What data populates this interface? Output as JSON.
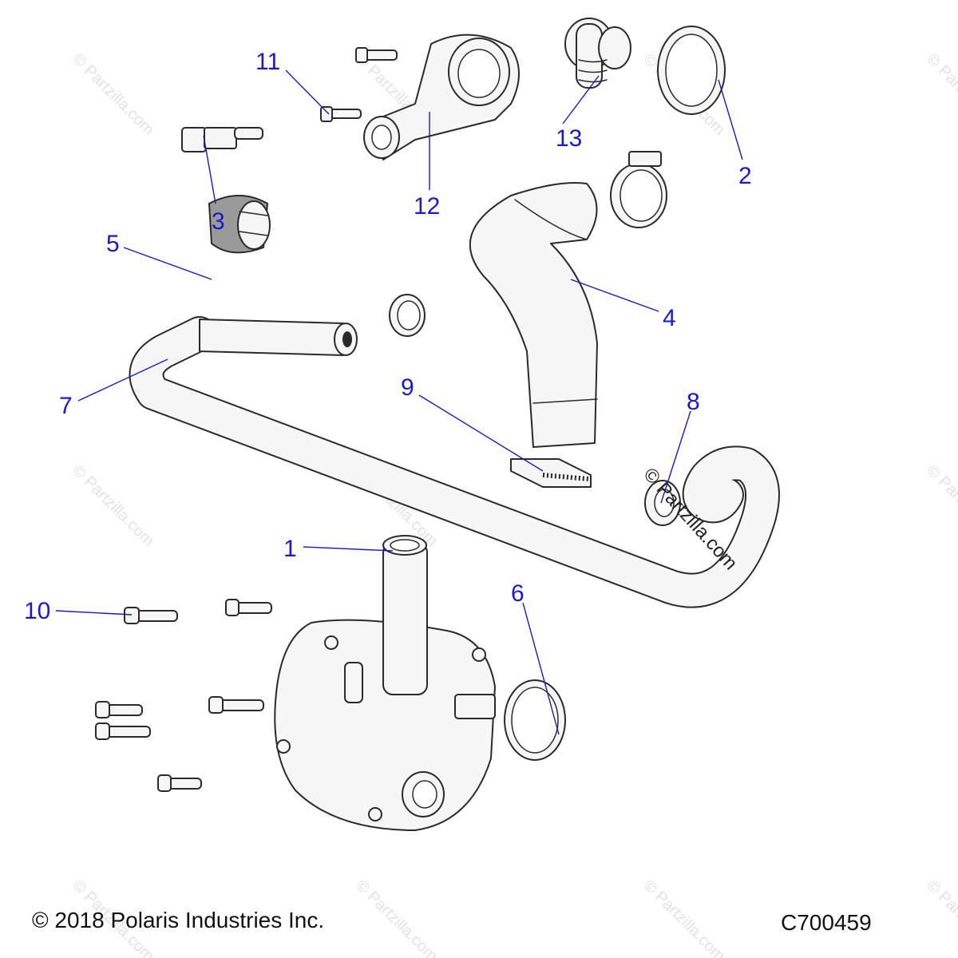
{
  "callouts": {
    "c1": "1",
    "c2": "2",
    "c3": "3",
    "c4": "4",
    "c5": "5",
    "c6": "6",
    "c7": "7",
    "c8": "8",
    "c9": "9",
    "c10": "10",
    "c11": "11",
    "c12": "12",
    "c13": "13"
  },
  "watermark": "© Partzilla.com",
  "copyright": "© 2018 Polaris Industries Inc.",
  "drawing_number": "C700459",
  "colors": {
    "callout": "#1a1acc",
    "line_art": "#2a2a2a",
    "watermark": "#e2e2e2"
  }
}
